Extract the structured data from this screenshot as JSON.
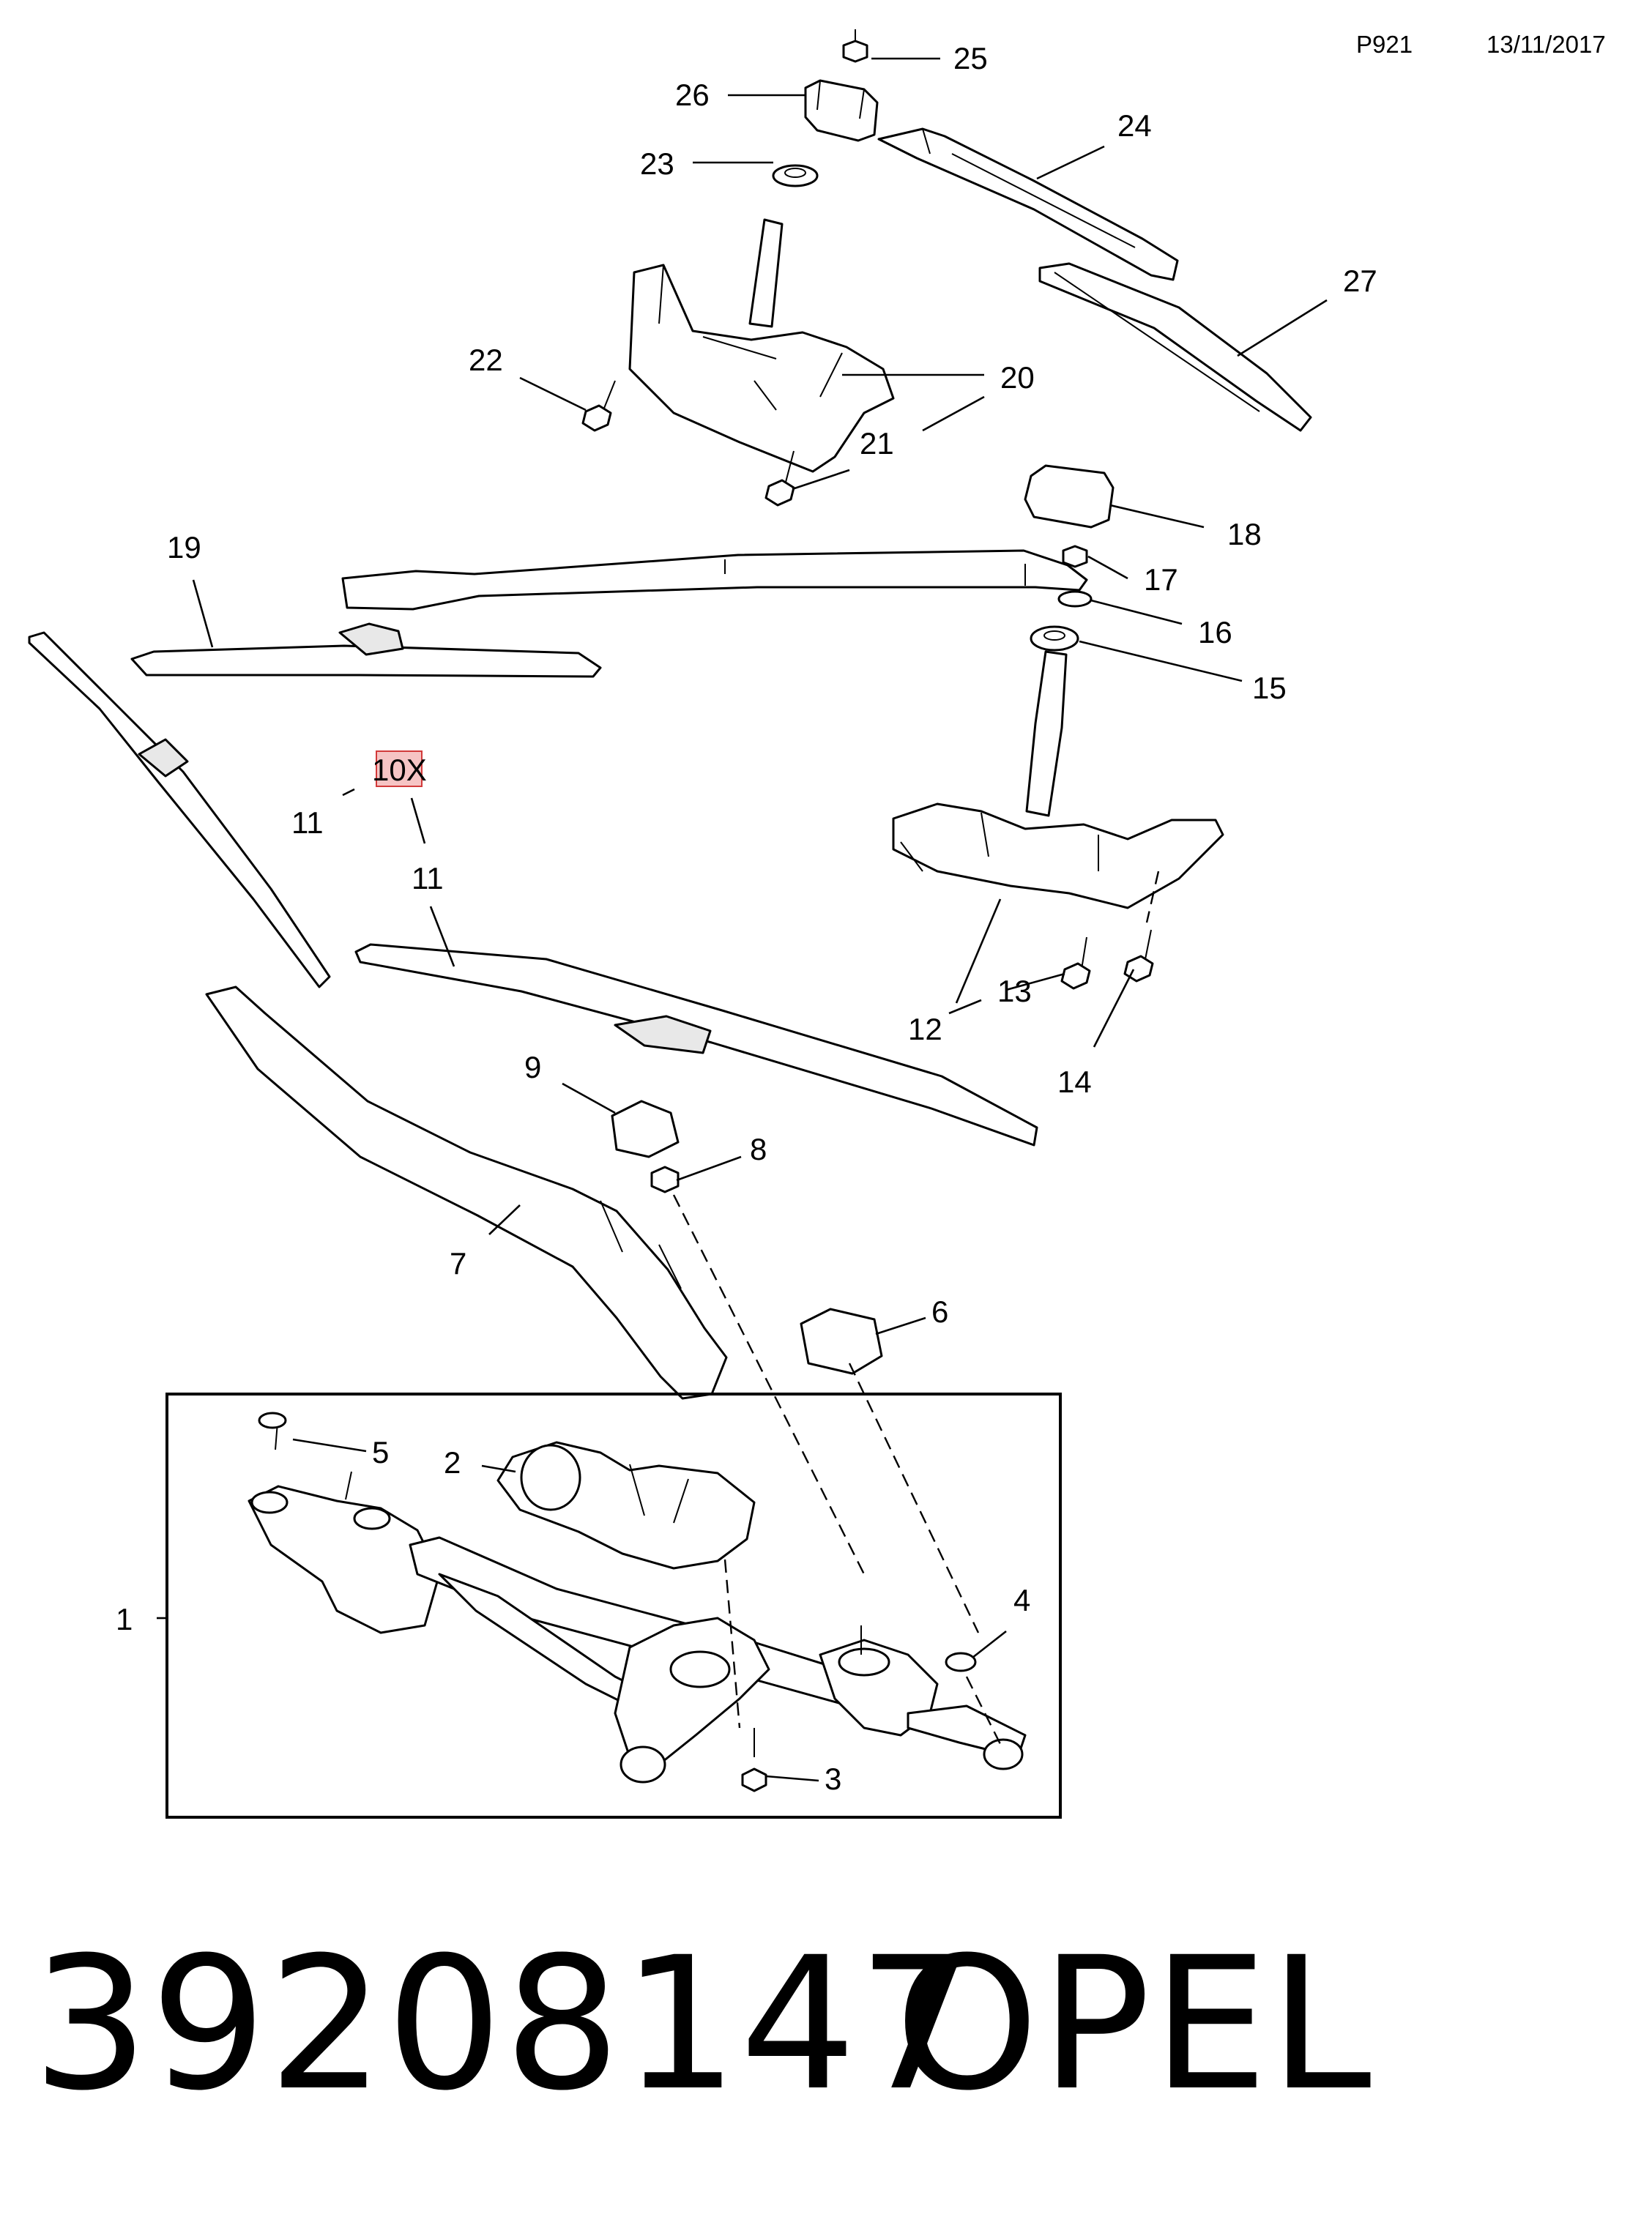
{
  "header": {
    "page_code": "P921",
    "date": "13/11/2017"
  },
  "callouts": {
    "c1": "1",
    "c2": "2",
    "c3": "3",
    "c4": "4",
    "c5": "5",
    "c6": "6",
    "c7": "7",
    "c8": "8",
    "c9": "9",
    "c10": "10X",
    "c11a": "11",
    "c11b": "11",
    "c12": "12",
    "c13": "13",
    "c14": "14",
    "c15": "15",
    "c16": "16",
    "c17": "17",
    "c18": "18",
    "c19": "19",
    "c20": "20",
    "c21": "21",
    "c22": "22",
    "c23": "23",
    "c24": "24",
    "c25": "25",
    "c26": "26",
    "c27": "27"
  },
  "footer": {
    "part_number": "39208147",
    "brand": "OPEL"
  }
}
